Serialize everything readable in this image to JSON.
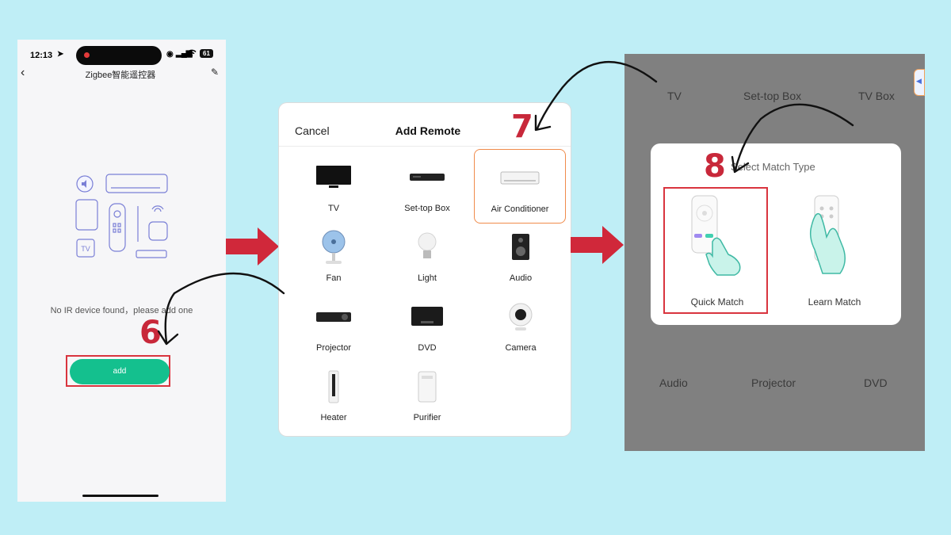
{
  "phone": {
    "time": "12:13",
    "battery": "61",
    "title": "Zigbee智能遥控器",
    "empty_note": "No IR device found，please add one",
    "add_label": "add",
    "tv_badge": "TV"
  },
  "add_remote": {
    "cancel_label": "Cancel",
    "title": "Add Remote",
    "devices": [
      {
        "label": "TV",
        "icon": "tv-icon"
      },
      {
        "label": "Set-top Box",
        "icon": "set-top-box-icon"
      },
      {
        "label": "Air Conditioner",
        "icon": "air-conditioner-icon"
      },
      {
        "label": "Fan",
        "icon": "fan-icon"
      },
      {
        "label": "Light",
        "icon": "light-bulb-icon"
      },
      {
        "label": "Audio",
        "icon": "speaker-icon"
      },
      {
        "label": "Projector",
        "icon": "projector-icon"
      },
      {
        "label": "DVD",
        "icon": "dvd-icon"
      },
      {
        "label": "Camera",
        "icon": "camera-icon"
      },
      {
        "label": "Heater",
        "icon": "heater-icon"
      },
      {
        "label": "Purifier",
        "icon": "purifier-icon"
      }
    ]
  },
  "match": {
    "bg_top": [
      "TV",
      "Set-top Box",
      "TV Box"
    ],
    "bg_bottom": [
      "Audio",
      "Projector",
      "DVD"
    ],
    "dialog_title": "Select Match Type",
    "quick_label": "Quick Match",
    "learn_label": "Learn Match"
  },
  "steps": {
    "s6": "6",
    "s7": "7",
    "s8": "8"
  },
  "colors": {
    "accent_green": "#14c08e",
    "highlight_red": "#d9343e",
    "step_red": "#c8283a",
    "arrow": "#d0283a"
  }
}
